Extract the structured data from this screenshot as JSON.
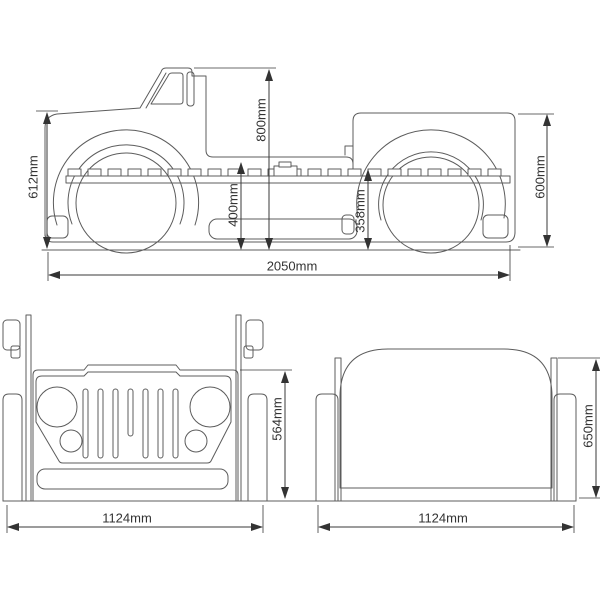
{
  "side_view": {
    "dimensions": {
      "front_height": "612mm",
      "overall_height": "800mm",
      "bed_height": "400mm",
      "underrail_height": "358mm",
      "rear_height": "600mm",
      "overall_length": "2050mm"
    }
  },
  "front_view": {
    "dimensions": {
      "body_height": "564mm",
      "overall_width": "1124mm"
    }
  },
  "rear_view": {
    "dimensions": {
      "body_height": "650mm",
      "overall_width": "1124mm"
    }
  },
  "colors": {
    "background": "#ffffff",
    "outline": "#5c5c5c",
    "dimension_line": "#3a3a3a",
    "label_text": "#333333"
  }
}
